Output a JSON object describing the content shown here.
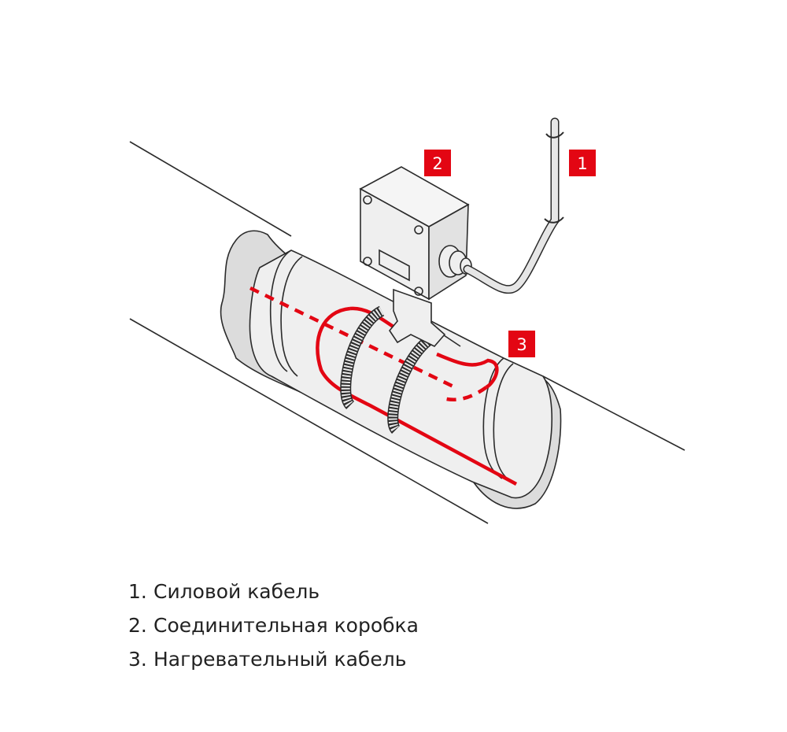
{
  "colors": {
    "accent": "#e30613",
    "line": "#2b2b2b",
    "fill": "#efefef",
    "insulation": "#dcdcdc"
  },
  "callouts": [
    {
      "number": "1",
      "target": "power-cable"
    },
    {
      "number": "2",
      "target": "junction-box"
    },
    {
      "number": "3",
      "target": "heating-cable"
    }
  ],
  "legend": [
    {
      "num": "1.",
      "label": "Силовой кабель"
    },
    {
      "num": "2.",
      "label": "Соединительная коробка"
    },
    {
      "num": "3.",
      "label": "Нагревательный кабель"
    }
  ]
}
